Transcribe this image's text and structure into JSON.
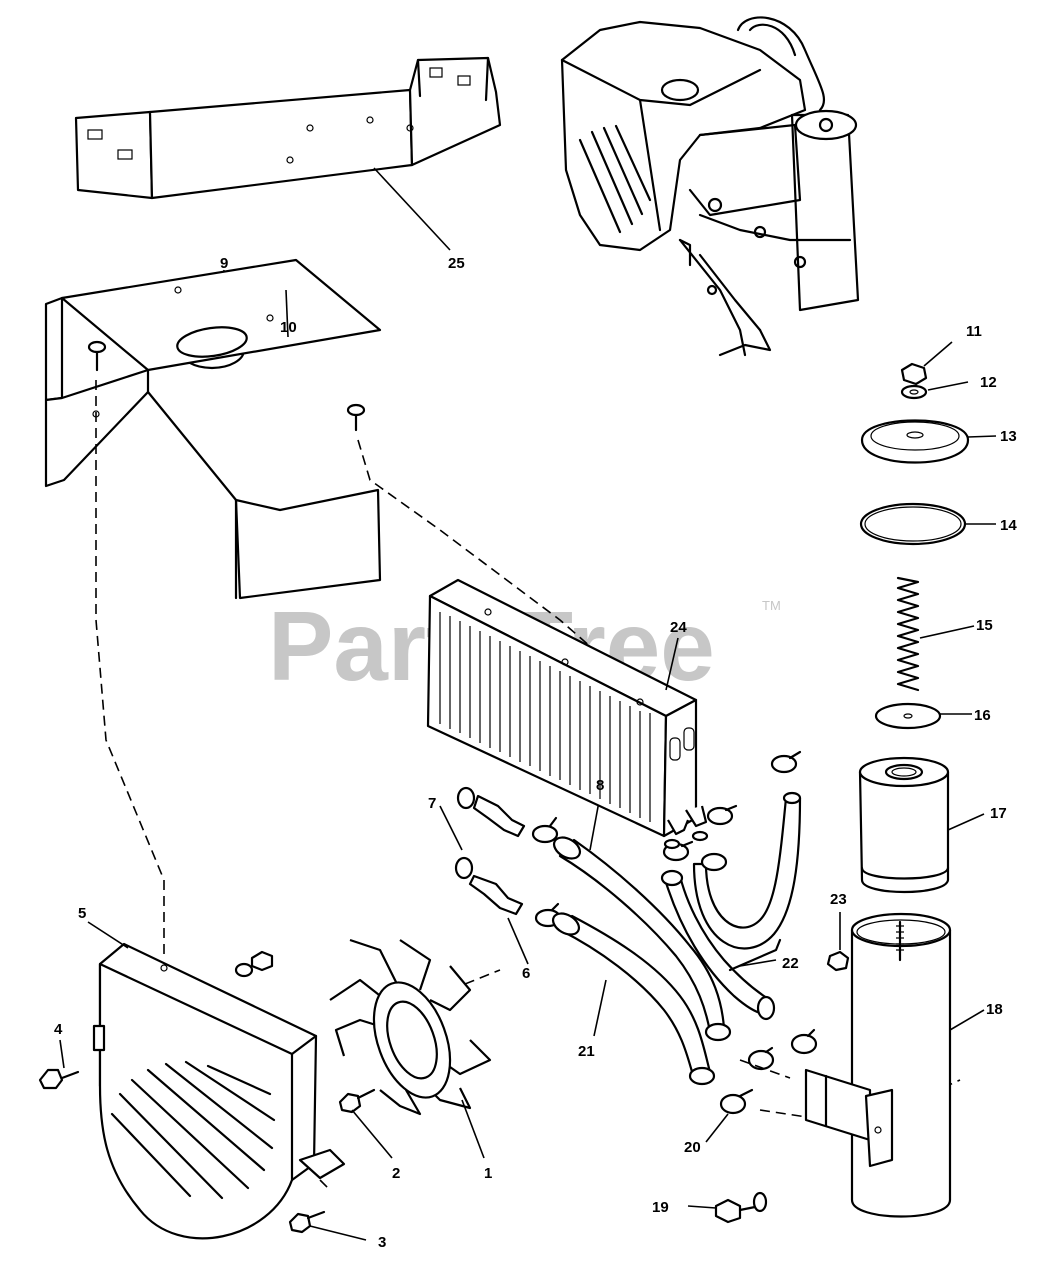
{
  "watermark": {
    "text": "PartsTree",
    "tm": "TM"
  },
  "callouts": {
    "c1": "1",
    "c2": "2",
    "c3": "3",
    "c4": "4",
    "c5": "5",
    "c6": "6",
    "c7": "7",
    "c8": "8",
    "c9": "9",
    "c10": "10",
    "c11": "11",
    "c12": "12",
    "c13": "13",
    "c14": "14",
    "c15": "15",
    "c16": "16",
    "c17": "17",
    "c18": "18",
    "c19": "19",
    "c20": "20",
    "c21": "21",
    "c22": "22",
    "c23": "23",
    "c24": "24",
    "c25": "25"
  }
}
